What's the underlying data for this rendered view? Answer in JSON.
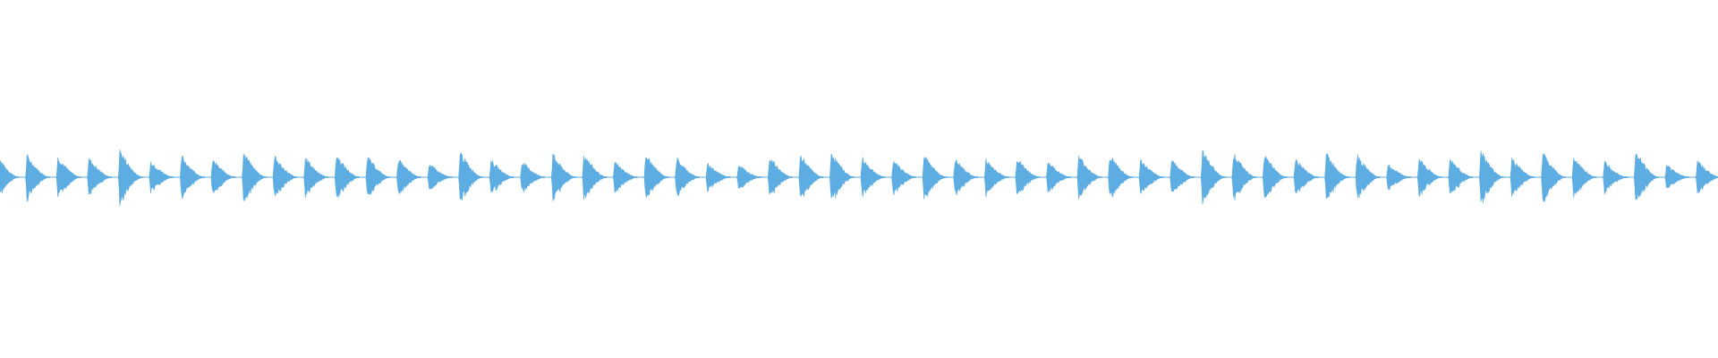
{
  "waveform": {
    "color": "#5DADE2",
    "pulse_count": 56,
    "pulse_amplitudes": [
      0.52,
      0.48,
      0.45,
      0.42,
      0.61,
      0.36,
      0.47,
      0.39,
      0.55,
      0.46,
      0.43,
      0.5,
      0.46,
      0.4,
      0.3,
      0.57,
      0.38,
      0.35,
      0.5,
      0.52,
      0.34,
      0.5,
      0.42,
      0.3,
      0.28,
      0.45,
      0.49,
      0.56,
      0.43,
      0.39,
      0.48,
      0.4,
      0.39,
      0.43,
      0.35,
      0.47,
      0.5,
      0.38,
      0.4,
      0.6,
      0.54,
      0.48,
      0.41,
      0.53,
      0.49,
      0.28,
      0.43,
      0.42,
      0.58,
      0.42,
      0.55,
      0.44,
      0.35,
      0.6,
      0.27,
      0.36
    ]
  }
}
